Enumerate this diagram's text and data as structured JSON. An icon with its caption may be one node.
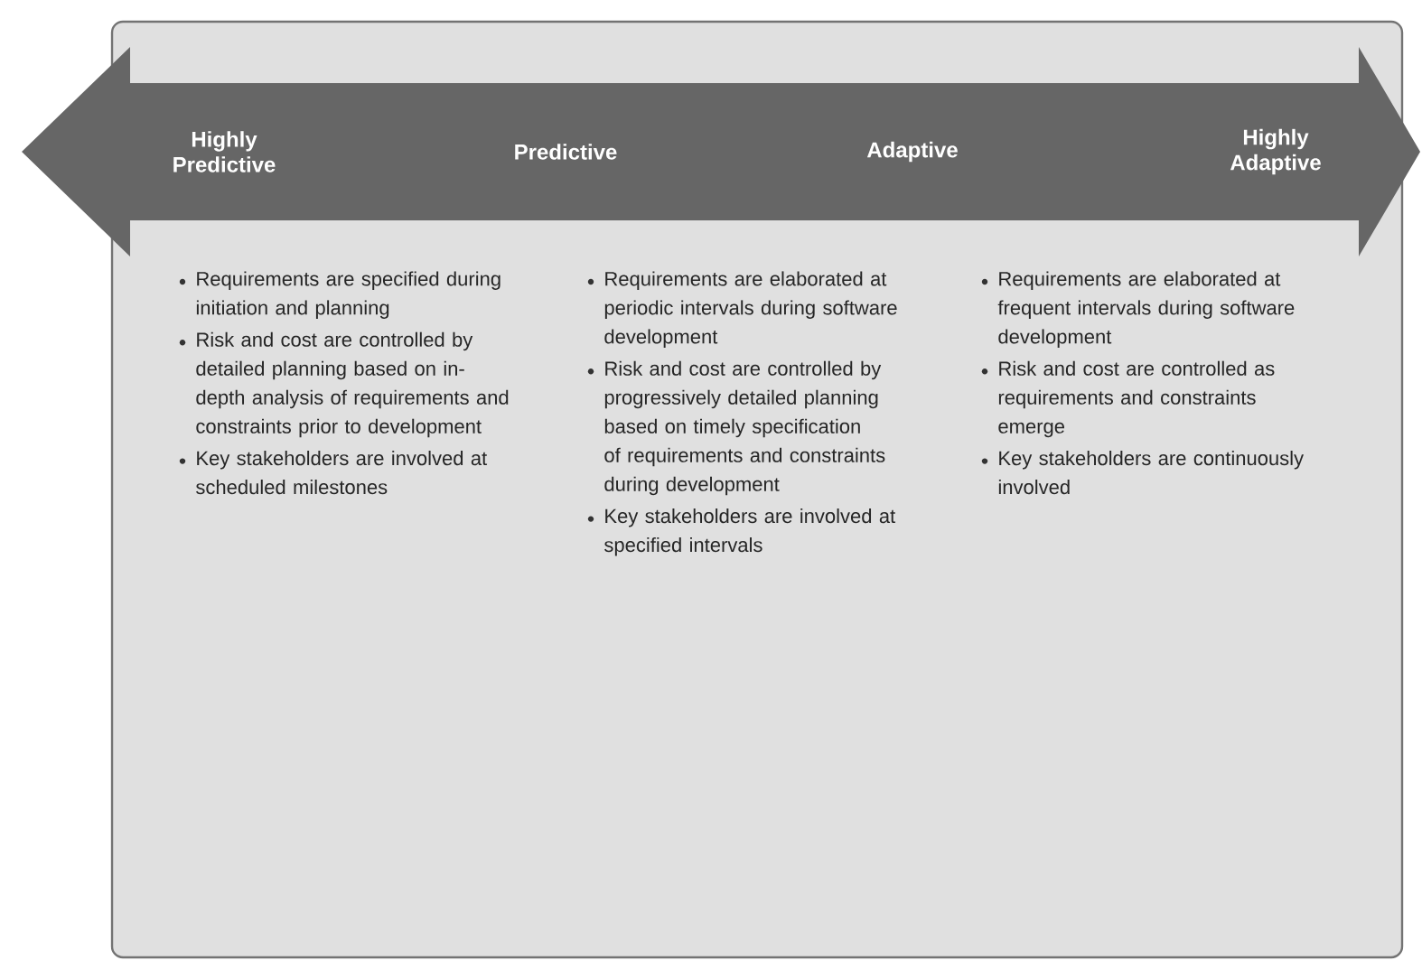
{
  "diagram": {
    "nodes": [
      {
        "text": [
          "Highly Predictive",
          "Predictive",
          "Adaptive",
          "Highly Adaptive"
        ]
      }
    ],
    "labels": [
      "Requirements are specified during initiation and planning",
      "Risk and cost are controlled by detailed planning based on in-depth analysis of requirements and constraints prior to development",
      "Key stakeholders are involved at scheduled milestones",
      "Requirements are elaborated at periodic intervals during software development",
      "Risk and cost are controlled by progressively detailed planning based on timely specification of requirements and constraints during development",
      "Key stakeholders are involved at specified intervals",
      "Requirements are elaborated at frequent intervals during software development",
      "Risk and cost are controlled as requirements and constraints emerge",
      "Key stakeholders are continuously involved"
    ]
  }
}
